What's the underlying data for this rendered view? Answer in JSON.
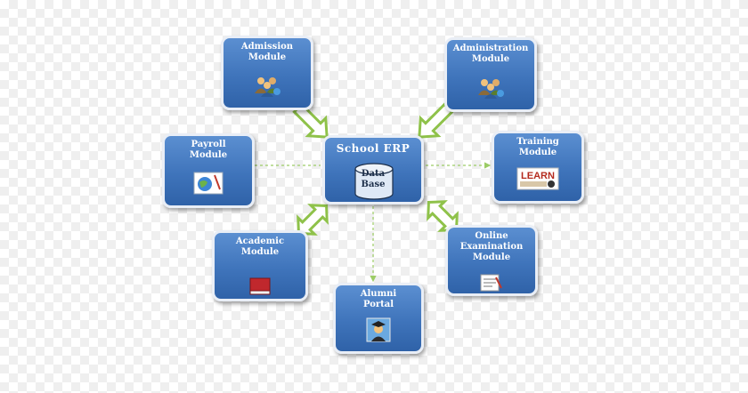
{
  "hub": {
    "title": "School ERP",
    "database_line1": "Data",
    "database_line2": "Base"
  },
  "modules": {
    "admission": {
      "line1": "Admission",
      "line2": "Module",
      "icon": "people-icon"
    },
    "administration": {
      "line1": "Administration",
      "line2": "Module",
      "icon": "people-icon"
    },
    "payroll": {
      "line1": "Payroll",
      "line2": "Module",
      "icon": "globe-document-icon"
    },
    "training": {
      "line1": "Training",
      "line2": "Module",
      "icon": "learn-sign-icon",
      "icon_text": "LEARN"
    },
    "academic": {
      "line1": "Academic",
      "line2": "Module",
      "icon": "book-icon"
    },
    "online_exam": {
      "line1": "Online",
      "line2": "Examination",
      "line3": "Module",
      "icon": "exam-paper-icon"
    },
    "alumni": {
      "line1": "Alumni",
      "line2": "Portal",
      "icon": "graduate-icon"
    }
  },
  "colors": {
    "box_blue": "#4579bf",
    "box_border": "#e9eef6",
    "arrow_green": "#8fc24a",
    "dash_green": "#9ccc66"
  }
}
